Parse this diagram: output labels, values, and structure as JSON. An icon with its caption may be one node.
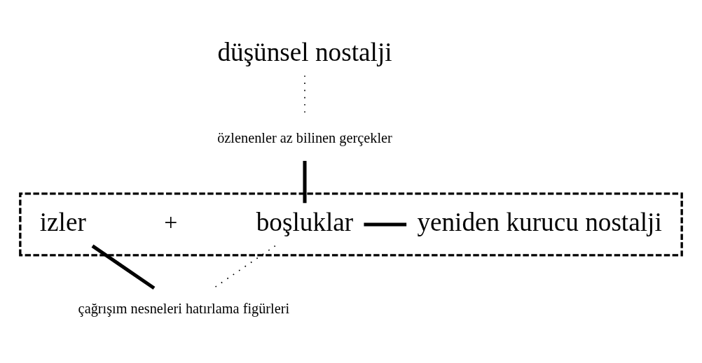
{
  "diagram": {
    "nodes": [
      {
        "text": [],
        "shape": "box"
      },
      {
        "text": [
          "izler"
        ],
        "in": 0
      },
      {
        "text": [
          "boşluklar"
        ],
        "in": 0
      },
      {
        "text": [
          "yeniden kurucu nostalji"
        ],
        "in": 0
      },
      {
        "text": [
          "düşünsel nostalji"
        ]
      },
      {
        "text": [
          "özlenenler az bilinen gerçekler"
        ]
      },
      {
        "text": [
          "çağrışım nesneleri hatırlama figürleri"
        ]
      }
    ],
    "edges": [
      {
        "from": 4,
        "to": 5,
        "arrow": "none",
        "style": "dashed"
      },
      {
        "from": 5,
        "to": 2,
        "arrow": "none"
      },
      {
        "from": 2,
        "to": 3,
        "arrow": "none"
      },
      {
        "from": 1,
        "to": 6,
        "arrow": "none"
      },
      {
        "from": 2,
        "to": 6,
        "arrow": "none",
        "style": "dashed"
      }
    ],
    "labels": [
      "+"
    ]
  }
}
